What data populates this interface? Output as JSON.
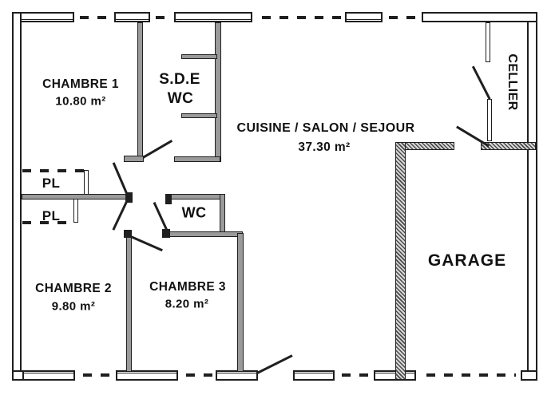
{
  "colors": {
    "line": "#1f1f1f",
    "interior_wall_fill": "#9a9a9a",
    "background": "#ffffff"
  },
  "rooms": {
    "chambre1": {
      "name": "CHAMBRE 1",
      "area": "10.80 m²"
    },
    "sde": {
      "line1": "S.D.E",
      "line2": "WC"
    },
    "cuisine": {
      "name": "CUISINE / SALON / SEJOUR",
      "area": "37.30 m²"
    },
    "cellier": {
      "name": "CELLIER"
    },
    "pl_top": {
      "name": "PL"
    },
    "pl_bottom": {
      "name": "PL"
    },
    "wc": {
      "name": "WC"
    },
    "chambre2": {
      "name": "CHAMBRE 2",
      "area": "9.80 m²"
    },
    "chambre3": {
      "name": "CHAMBRE 3",
      "area": "8.20 m²"
    },
    "garage": {
      "name": "GARAGE"
    }
  }
}
